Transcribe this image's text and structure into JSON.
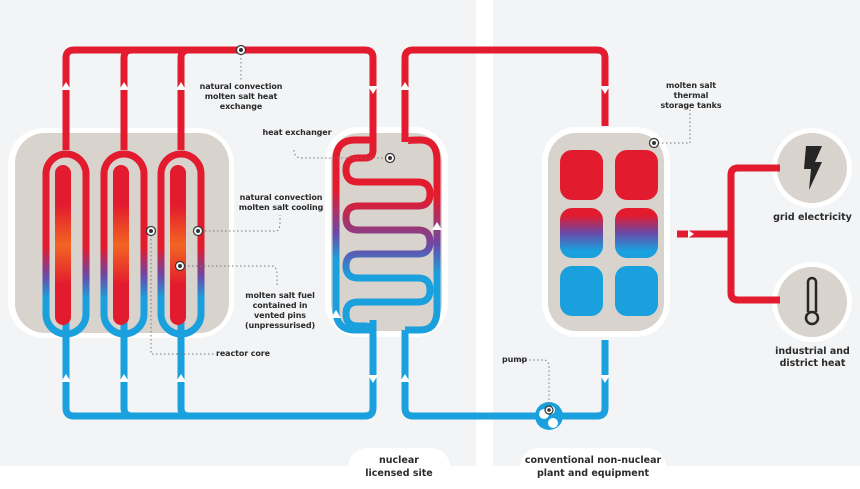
{
  "colors": {
    "hot": "#e21b2e",
    "cold": "#1aa0dd",
    "mid": "#6a4aa8",
    "core": "#f26522",
    "panel": "#d8d3cd",
    "background": "#f3f4f6",
    "text": "#2b2b2b"
  },
  "zones": {
    "nuclear": "nuclear licensed site",
    "nuclear_line1": "nuclear",
    "nuclear_line2": "licensed site",
    "conventional_line1": "conventional non-nuclear",
    "conventional_line2": "plant and equipment"
  },
  "labels": {
    "heat_exchange": [
      "natural convection",
      "molten salt heat",
      "exchange"
    ],
    "heat_exchanger": "heat exchanger",
    "cooling": [
      "natural convection",
      "molten salt cooling"
    ],
    "fuel": [
      "molten salt fuel",
      "contained in",
      "vented pins",
      "(unpressurised)"
    ],
    "reactor_core": "reactor core",
    "storage": [
      "molten salt thermal",
      "storage tanks"
    ],
    "pump": "pump",
    "grid": "grid electricity",
    "heat_output": [
      "industrial and",
      "district heat"
    ]
  },
  "icons": {
    "grid": "lightning-bolt-icon",
    "heat": "thermometer-icon",
    "pump": "pump-fan-icon",
    "callout": "callout-target-icon"
  }
}
